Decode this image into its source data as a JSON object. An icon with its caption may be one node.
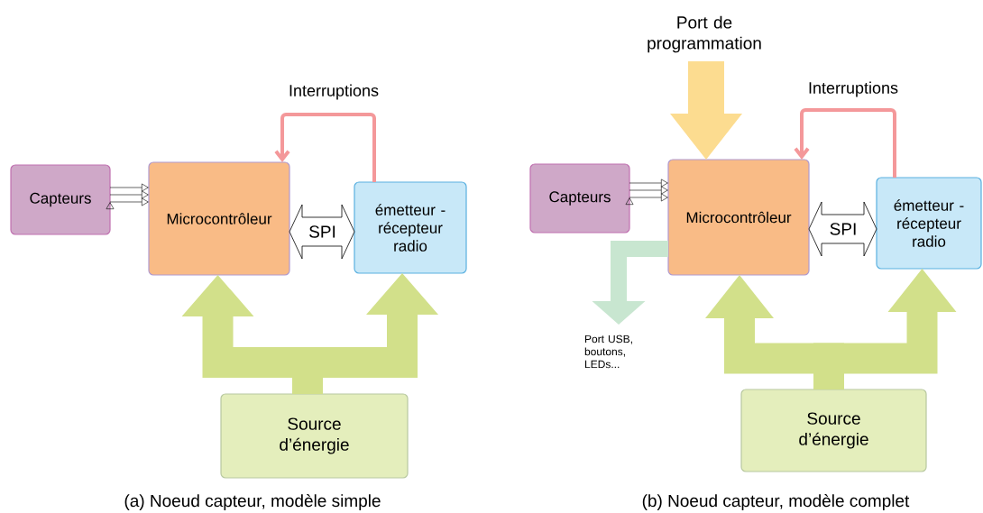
{
  "diagram": {
    "nodes": [
      {
        "text": [
          "Capteurs"
        ]
      },
      {
        "text": [
          "Microcontrôleur"
        ]
      },
      {
        "text": [
          "émetteur - récepteur radio"
        ]
      },
      {
        "text": [
          "Source d’énergie"
        ]
      },
      {
        "text": [
          "Port de programmation"
        ]
      },
      {
        "text": [
          "Capteurs"
        ]
      },
      {
        "text": [
          "Microcontrôleur"
        ]
      },
      {
        "text": [
          "émetteur - récepteur radio"
        ]
      },
      {
        "text": [
          "Port USB, boutons, LEDs..."
        ]
      },
      {
        "text": [
          "Source d’énergie"
        ]
      }
    ],
    "edges": [
      {
        "from": 0,
        "to": 1,
        "arrow": "to",
        "color": "#000000"
      },
      {
        "from": 1,
        "to": 2,
        "arrow": "both",
        "label": "SPI"
      },
      {
        "from": 2,
        "to": 1,
        "arrow": "to",
        "label": "Interruptions",
        "style": "thick",
        "color": "#f4989a"
      },
      {
        "from": 3,
        "to": 1,
        "arrow": "to",
        "color": "#d2e08a"
      },
      {
        "from": 3,
        "to": 2,
        "arrow": "to",
        "color": "#d2e08a"
      },
      {
        "from": 4,
        "to": 6,
        "arrow": "to",
        "color": "#fcdc90"
      },
      {
        "from": 5,
        "to": 6,
        "arrow": "to",
        "color": "#000000"
      },
      {
        "from": 6,
        "to": 7,
        "arrow": "both",
        "label": "SPI"
      },
      {
        "from": 7,
        "to": 6,
        "arrow": "to",
        "label": "Interruptions",
        "style": "thick",
        "color": "#f4989a"
      },
      {
        "from": 6,
        "to": 8,
        "arrow": "to",
        "color": "#c8e6d0"
      },
      {
        "from": 9,
        "to": 6,
        "arrow": "to",
        "color": "#d2e08a"
      },
      {
        "from": 9,
        "to": 7,
        "arrow": "to",
        "color": "#d2e08a"
      }
    ],
    "labels": [
      "(a) Noeud capteur, modèle simple",
      "(b) Noeud capteur, modèle complet"
    ]
  }
}
